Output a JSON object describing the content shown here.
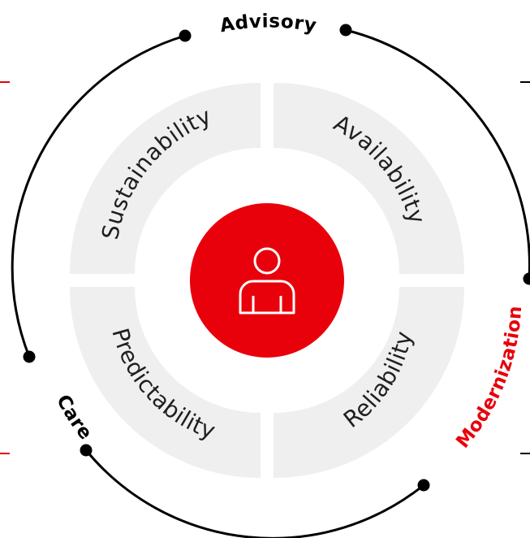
{
  "colors": {
    "accent": "#e8000b",
    "segment_fill": "#efefef",
    "arc_stroke": "#000000",
    "text": "#1f1f1f",
    "icon_stroke": "#ffffff"
  },
  "center_icon": "person-icon",
  "quadrants": {
    "top_left": "Sustainability",
    "top_right": "Availability",
    "bottom_left": "Predictability",
    "bottom_right": "Reliability"
  },
  "ring_labels": {
    "top": "Advisory",
    "right": "Modernization",
    "bottom_left": "Care"
  }
}
